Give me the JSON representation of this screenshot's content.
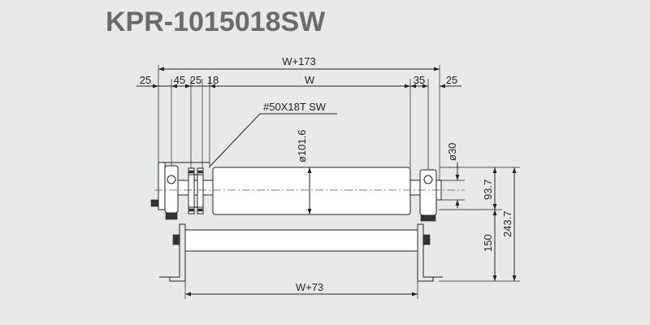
{
  "model": "KPR-1015018SW",
  "dimensions": {
    "overall_width": "W+173",
    "left_end": "25",
    "bearing": "45",
    "sprocket_gap": "25",
    "sprocket_width": "18",
    "roller_width": "W",
    "right_bearing": "35",
    "right_end": "25",
    "sprocket_spec": "#50X18T SW",
    "roller_diameter": "ø101.6",
    "shaft_diameter": "ø30",
    "roller_center_height": "93.7",
    "total_height": "243.7",
    "lower_height": "150",
    "bottom_width": "W+73"
  }
}
